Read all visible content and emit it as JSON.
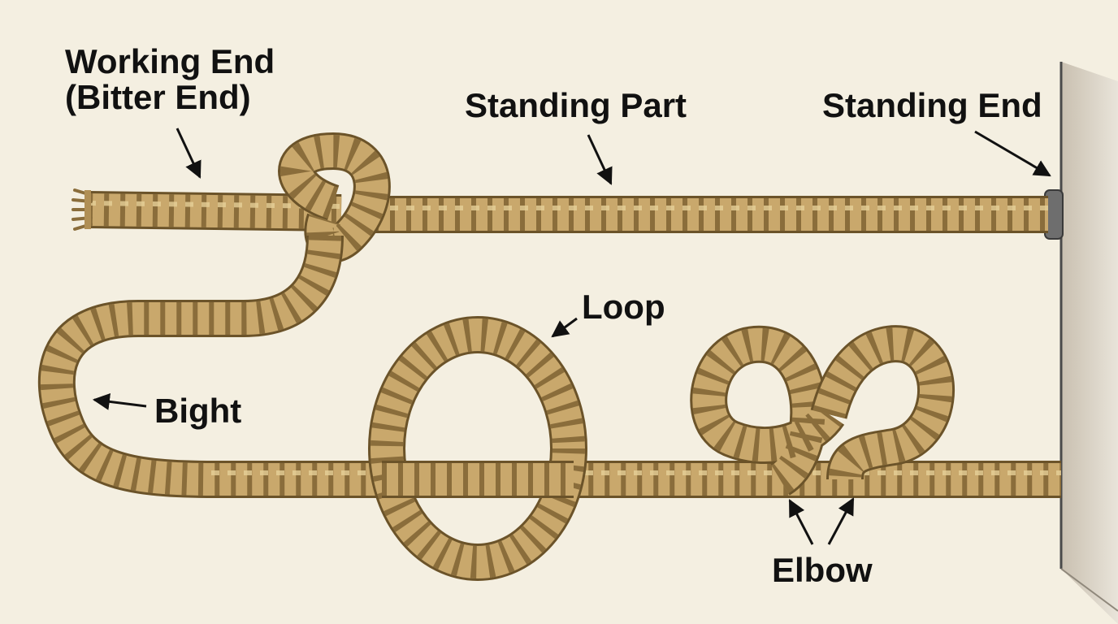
{
  "labels": {
    "working_end": {
      "line1": "Working End",
      "line2": "(Bitter End)"
    },
    "standing_part": "Standing Part",
    "standing_end": "Standing End",
    "loop": "Loop",
    "bight": "Bight",
    "elbow": "Elbow"
  },
  "colors": {
    "background": "#f4efe1",
    "rope_dark": "#6b5329",
    "rope_fill": "#c9a86c",
    "rope_light": "#e6cf98",
    "rope_twist": "#8a6d3b",
    "arrow": "#111111",
    "wall": "#d9d1c2",
    "wall_edge": "#4a4a4a",
    "clamp": "#6e6e6e"
  }
}
